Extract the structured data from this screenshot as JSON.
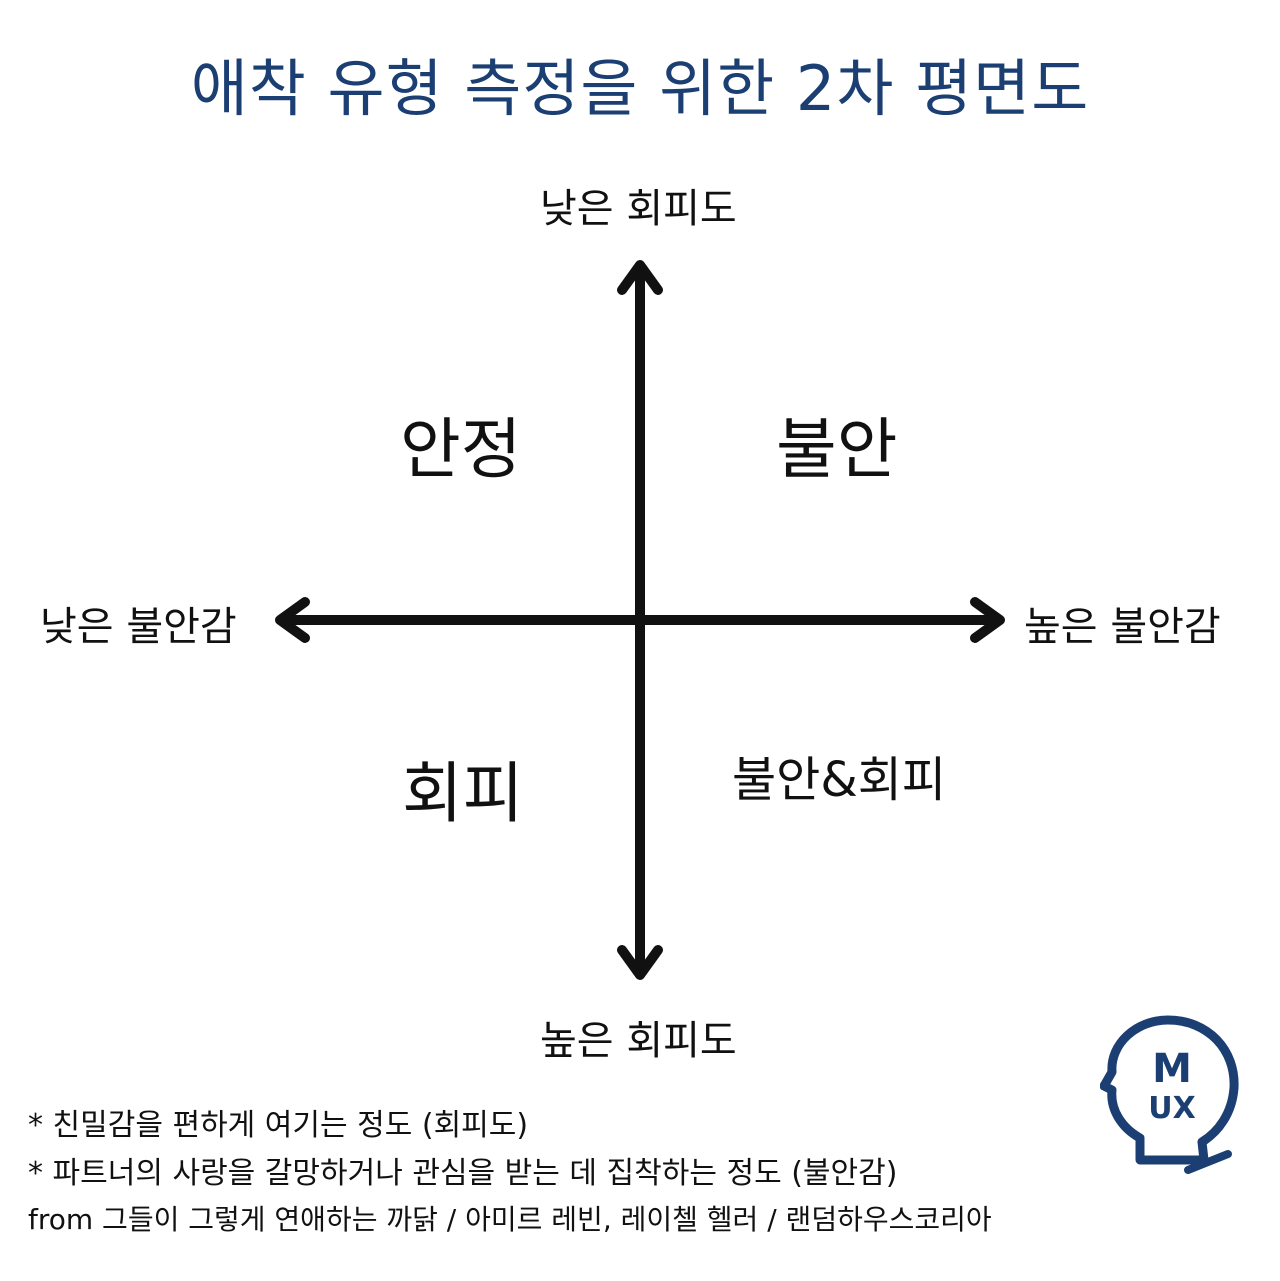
{
  "title": "애착 유형 측정을 위한 2차 평면도",
  "axes": {
    "top": "낮은 회피도",
    "bottom": "높은 회피도",
    "left": "낮은 불안감",
    "right": "높은 불안감"
  },
  "quadrants": {
    "top_left": "안정",
    "top_right": "불안",
    "bottom_left": "회피",
    "bottom_right": "불안&회피"
  },
  "notes": [
    "* 친밀감을 편하게 여기는 정도 (회피도)",
    "* 파트너의 사랑을 갈망하거나 관심을 받는 데 집착하는 정도 (불안감)",
    "from 그들이 그렇게 연애하는 까닭 / 아미르 레빈, 레이첼 헬러 / 랜덤하우스코리아"
  ],
  "logo": {
    "text_top": "M",
    "text_bottom": "UX",
    "icon": "head-profile-icon"
  },
  "colors": {
    "title": "#1b3f73",
    "axis": "#111111",
    "logo": "#1b3f73"
  }
}
